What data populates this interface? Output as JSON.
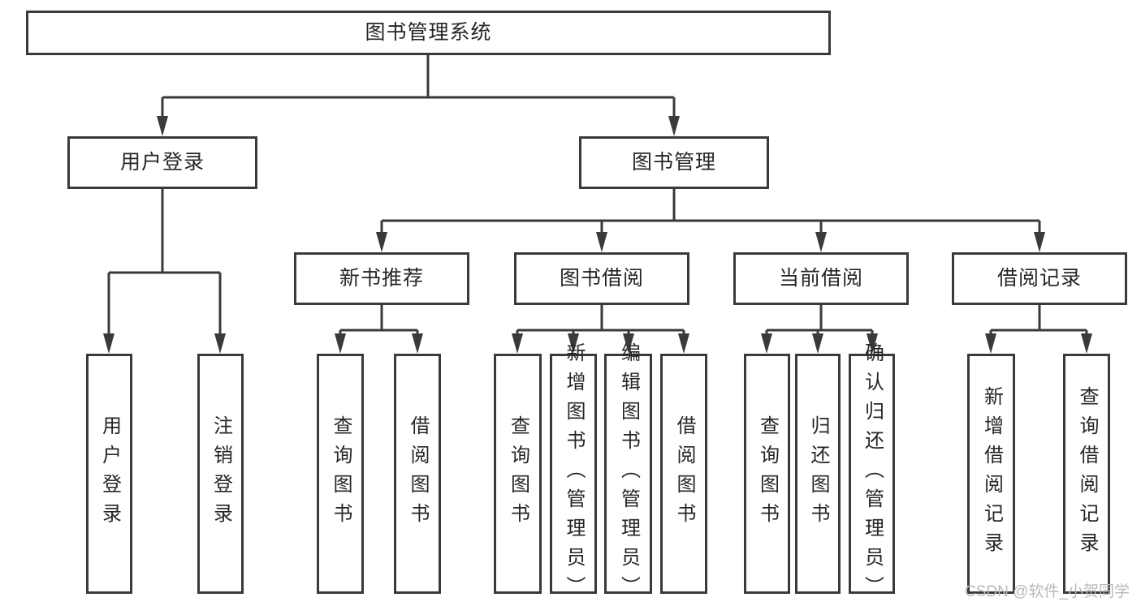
{
  "diagram": {
    "root": {
      "label": "图书管理系统"
    },
    "branches": [
      {
        "label": "用户登录",
        "children": [
          {
            "label": "用户登录"
          },
          {
            "label": "注销登录"
          }
        ]
      },
      {
        "label": "图书管理",
        "children": [
          {
            "label": "新书推荐",
            "children": [
              {
                "label": "查询图书"
              },
              {
                "label": "借阅图书"
              }
            ]
          },
          {
            "label": "图书借阅",
            "children": [
              {
                "label": "查询图书"
              },
              {
                "label": "新增图书（管理员）"
              },
              {
                "label": "编辑图书（管理员）"
              },
              {
                "label": "借阅图书"
              }
            ]
          },
          {
            "label": "当前借阅",
            "children": [
              {
                "label": "查询图书"
              },
              {
                "label": "归还图书"
              },
              {
                "label": "确认归还（管理员）"
              }
            ]
          },
          {
            "label": "借阅记录",
            "children": [
              {
                "label": "新增借阅记录"
              },
              {
                "label": "查询借阅记录"
              }
            ]
          }
        ]
      }
    ]
  },
  "watermark": {
    "text": "CSDN @软件_小贺同学"
  },
  "colors": {
    "line": "#3a3a3a",
    "text": "#262626",
    "background": "#ffffff",
    "watermark": "#b9b9b9"
  }
}
